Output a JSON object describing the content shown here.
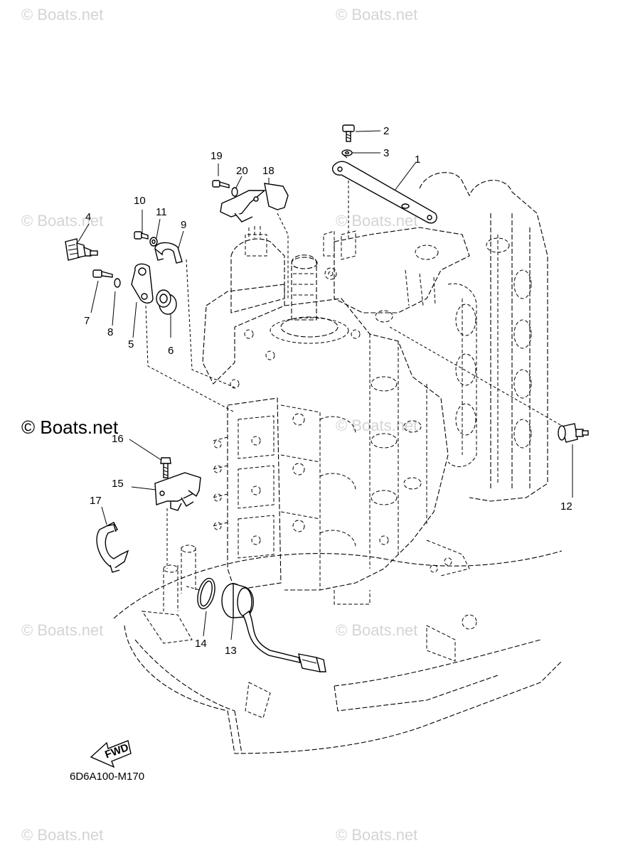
{
  "watermark": "© Boats.net",
  "diagram_code": "6D6A100-M170",
  "fwd_label": "FWD",
  "callouts": {
    "c1": "1",
    "c2": "2",
    "c3": "3",
    "c4": "4",
    "c5": "5",
    "c6": "6",
    "c7": "7",
    "c8": "8",
    "c9": "9",
    "c10": "10",
    "c11": "11",
    "c12": "12",
    "c13": "13",
    "c14": "14",
    "c15": "15",
    "c16": "16",
    "c17": "17",
    "c18": "18",
    "c19": "19",
    "c20": "20"
  }
}
